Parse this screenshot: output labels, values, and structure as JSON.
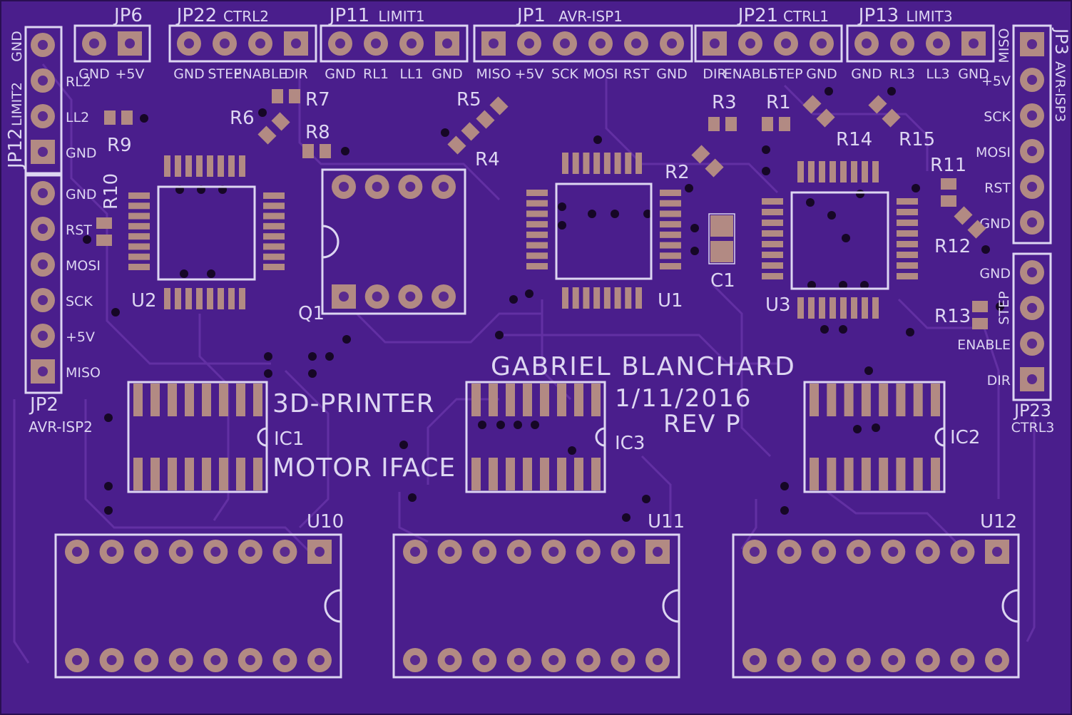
{
  "board": {
    "author": "GABRIEL BLANCHARD",
    "date": "1/11/2016",
    "revision": "REV P",
    "title_line1": "3D-PRINTER",
    "title_line2": "MOTOR IFACE"
  },
  "colors": {
    "board": "#4a1e8c",
    "silkscreen": "#ddd6f2",
    "pad": "#b28a83",
    "trace": "#6230a3",
    "via": "#160726"
  },
  "headers_top": [
    {
      "ref": "JP6",
      "name": "",
      "pins": [
        "GND",
        "+5V"
      ]
    },
    {
      "ref": "JP22",
      "name": "CTRL2",
      "pins": [
        "GND",
        "STEP",
        "ENABLE",
        "DIR"
      ]
    },
    {
      "ref": "JP11",
      "name": "LIMIT1",
      "pins": [
        "GND",
        "RL1",
        "LL1",
        "GND"
      ]
    },
    {
      "ref": "JP1",
      "name": "AVR-ISP1",
      "pins": [
        "MISO",
        "+5V",
        "SCK",
        "MOSI",
        "RST",
        "GND"
      ]
    },
    {
      "ref": "JP21",
      "name": "CTRL1",
      "pins": [
        "DIR",
        "ENABLE",
        "STEP",
        "GND"
      ]
    },
    {
      "ref": "JP13",
      "name": "LIMIT3",
      "pins": [
        "GND",
        "RL3",
        "LL3",
        "GND"
      ]
    }
  ],
  "headers_left": [
    {
      "ref": "JP12",
      "name": "LIMIT2",
      "pins": [
        "GND",
        "RL2",
        "LL2",
        "GND"
      ]
    },
    {
      "ref": "JP2",
      "name": "AVR-ISP2",
      "pins": [
        "GND",
        "RST",
        "MOSI",
        "SCK",
        "+5V",
        "MISO"
      ]
    }
  ],
  "headers_right": [
    {
      "ref": "JP3",
      "name": "AVR-ISP3",
      "pins": [
        "MISO",
        "+5V",
        "SCK",
        "MOSI",
        "RST",
        "GND"
      ]
    },
    {
      "ref": "JP23",
      "name": "CTRL3",
      "pins": [
        "GND",
        "STEP",
        "ENABLE",
        "DIR"
      ]
    }
  ],
  "resistors": [
    "R1",
    "R2",
    "R3",
    "R4",
    "R5",
    "R6",
    "R7",
    "R8",
    "R9",
    "R10",
    "R11",
    "R12",
    "R13",
    "R14",
    "R15"
  ],
  "capacitors": [
    "C1"
  ],
  "ics": [
    "U1",
    "U2",
    "U3",
    "Q1",
    "IC1",
    "IC2",
    "IC3",
    "U10",
    "U11",
    "U12"
  ]
}
